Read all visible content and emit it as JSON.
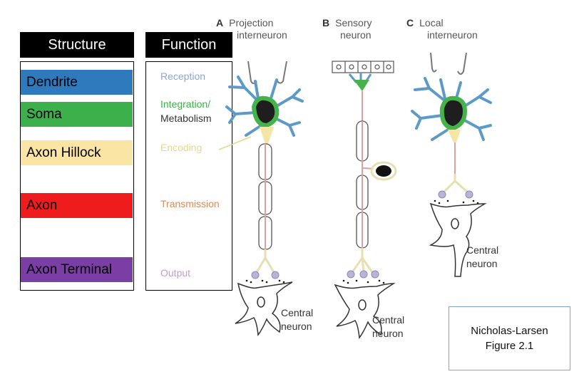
{
  "headers": {
    "structure": "Structure",
    "function": "Function"
  },
  "structures": [
    {
      "label": "Dendrite",
      "color": "#2f79bd"
    },
    {
      "label": "Soma",
      "color": "#3cb04a"
    },
    {
      "label": "Axon Hillock",
      "color": "#fbe5a5"
    },
    {
      "label": "Axon",
      "color": "#ee1c1c"
    },
    {
      "label": "Axon Terminal",
      "color": "#7a3ea4"
    }
  ],
  "functions": [
    {
      "label": "Reception",
      "color": "#8aa6d6"
    },
    {
      "label": "Integration/",
      "color": "#3cb04a"
    },
    {
      "label": "Metabolism",
      "color": "#333333"
    },
    {
      "label": "Encoding",
      "color": "#e7d88c"
    },
    {
      "label": "Transmission",
      "color": "#e08a5a"
    },
    {
      "label": "Output",
      "color": "#c79ad0"
    }
  ],
  "columns": [
    {
      "letter": "A",
      "line1": "Projection",
      "line2": "interneuron"
    },
    {
      "letter": "B",
      "line1": "Sensory",
      "line2": "neuron"
    },
    {
      "letter": "C",
      "line1": "Local",
      "line2": "interneuron"
    }
  ],
  "labels": {
    "central_a": [
      "Central",
      "neuron"
    ],
    "central_b": [
      "Central",
      "neuron"
    ],
    "central_c": [
      "Central",
      "neuron"
    ]
  },
  "credit": {
    "line1": "Nicholas-Larsen",
    "line2": "Figure 2.1"
  }
}
